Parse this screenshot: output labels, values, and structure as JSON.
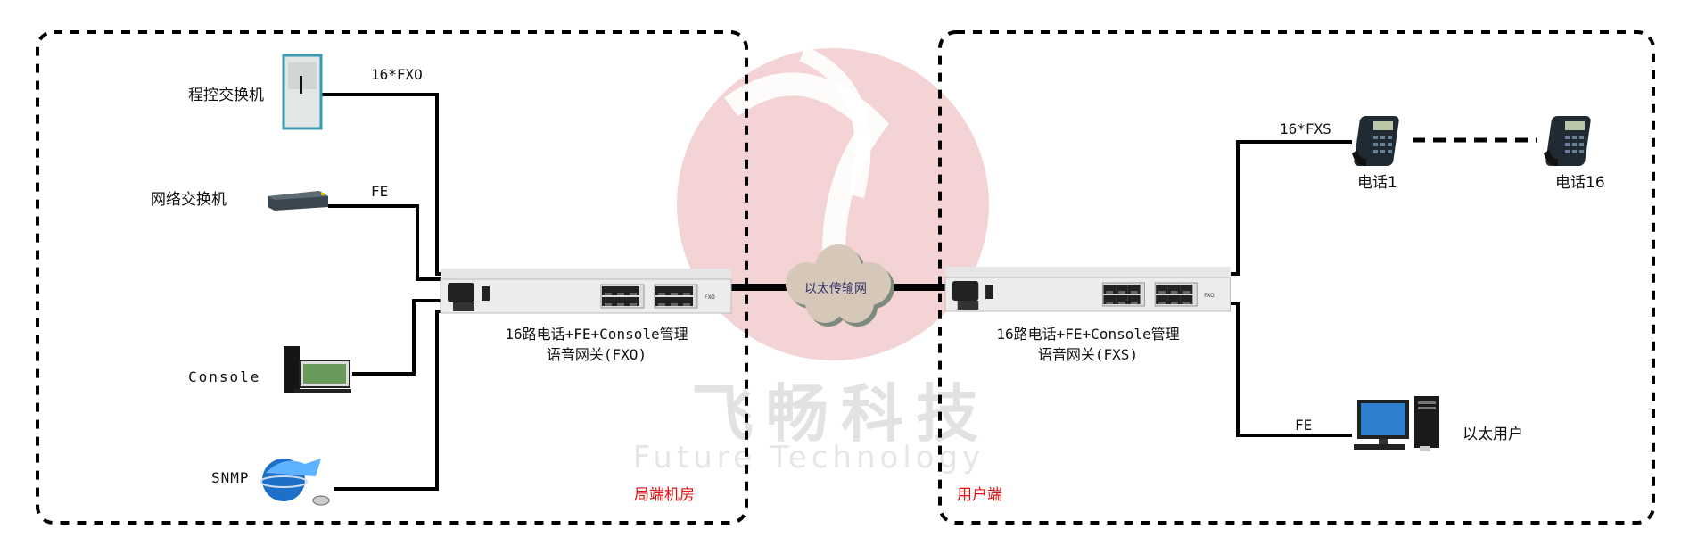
{
  "watermark": {
    "brand_cn": "飞畅科技",
    "brand_en": "Future Technology",
    "color": "#e8b4b4"
  },
  "left_site": {
    "title": "局端机房",
    "devices": [
      {
        "label": "程控交换机",
        "icon": "pbx-cabinet-icon",
        "link": "16*FXO"
      },
      {
        "label": "网络交换机",
        "icon": "network-switch-icon",
        "link": "FE"
      },
      {
        "label": "Console",
        "icon": "desktop-computer-icon",
        "link": ""
      },
      {
        "label": "SNMP",
        "icon": "snmp-globe-icon",
        "link": ""
      }
    ],
    "gateway": {
      "line1": "16路电话+FE+Console管理",
      "line2": "语音网关(FXO)",
      "panel_label": "FXO"
    }
  },
  "network": {
    "label": "以太传输网",
    "icon": "cloud-icon"
  },
  "right_site": {
    "title": "用户端",
    "gateway": {
      "line1": "16路电话+FE+Console管理",
      "line2": "语音网关(FXS)",
      "panel_label": "FXO"
    },
    "phone_link": "16*FXS",
    "phones": [
      {
        "label": "电话1",
        "icon": "ip-phone-icon"
      },
      {
        "label": "电话16",
        "icon": "ip-phone-icon"
      }
    ],
    "ethernet_link": "FE",
    "ethernet_user": {
      "label": "以太用户",
      "icon": "desktop-computer-icon"
    }
  },
  "colors": {
    "site_title": "#e01010",
    "wire": "#000000",
    "border": "#000000"
  }
}
